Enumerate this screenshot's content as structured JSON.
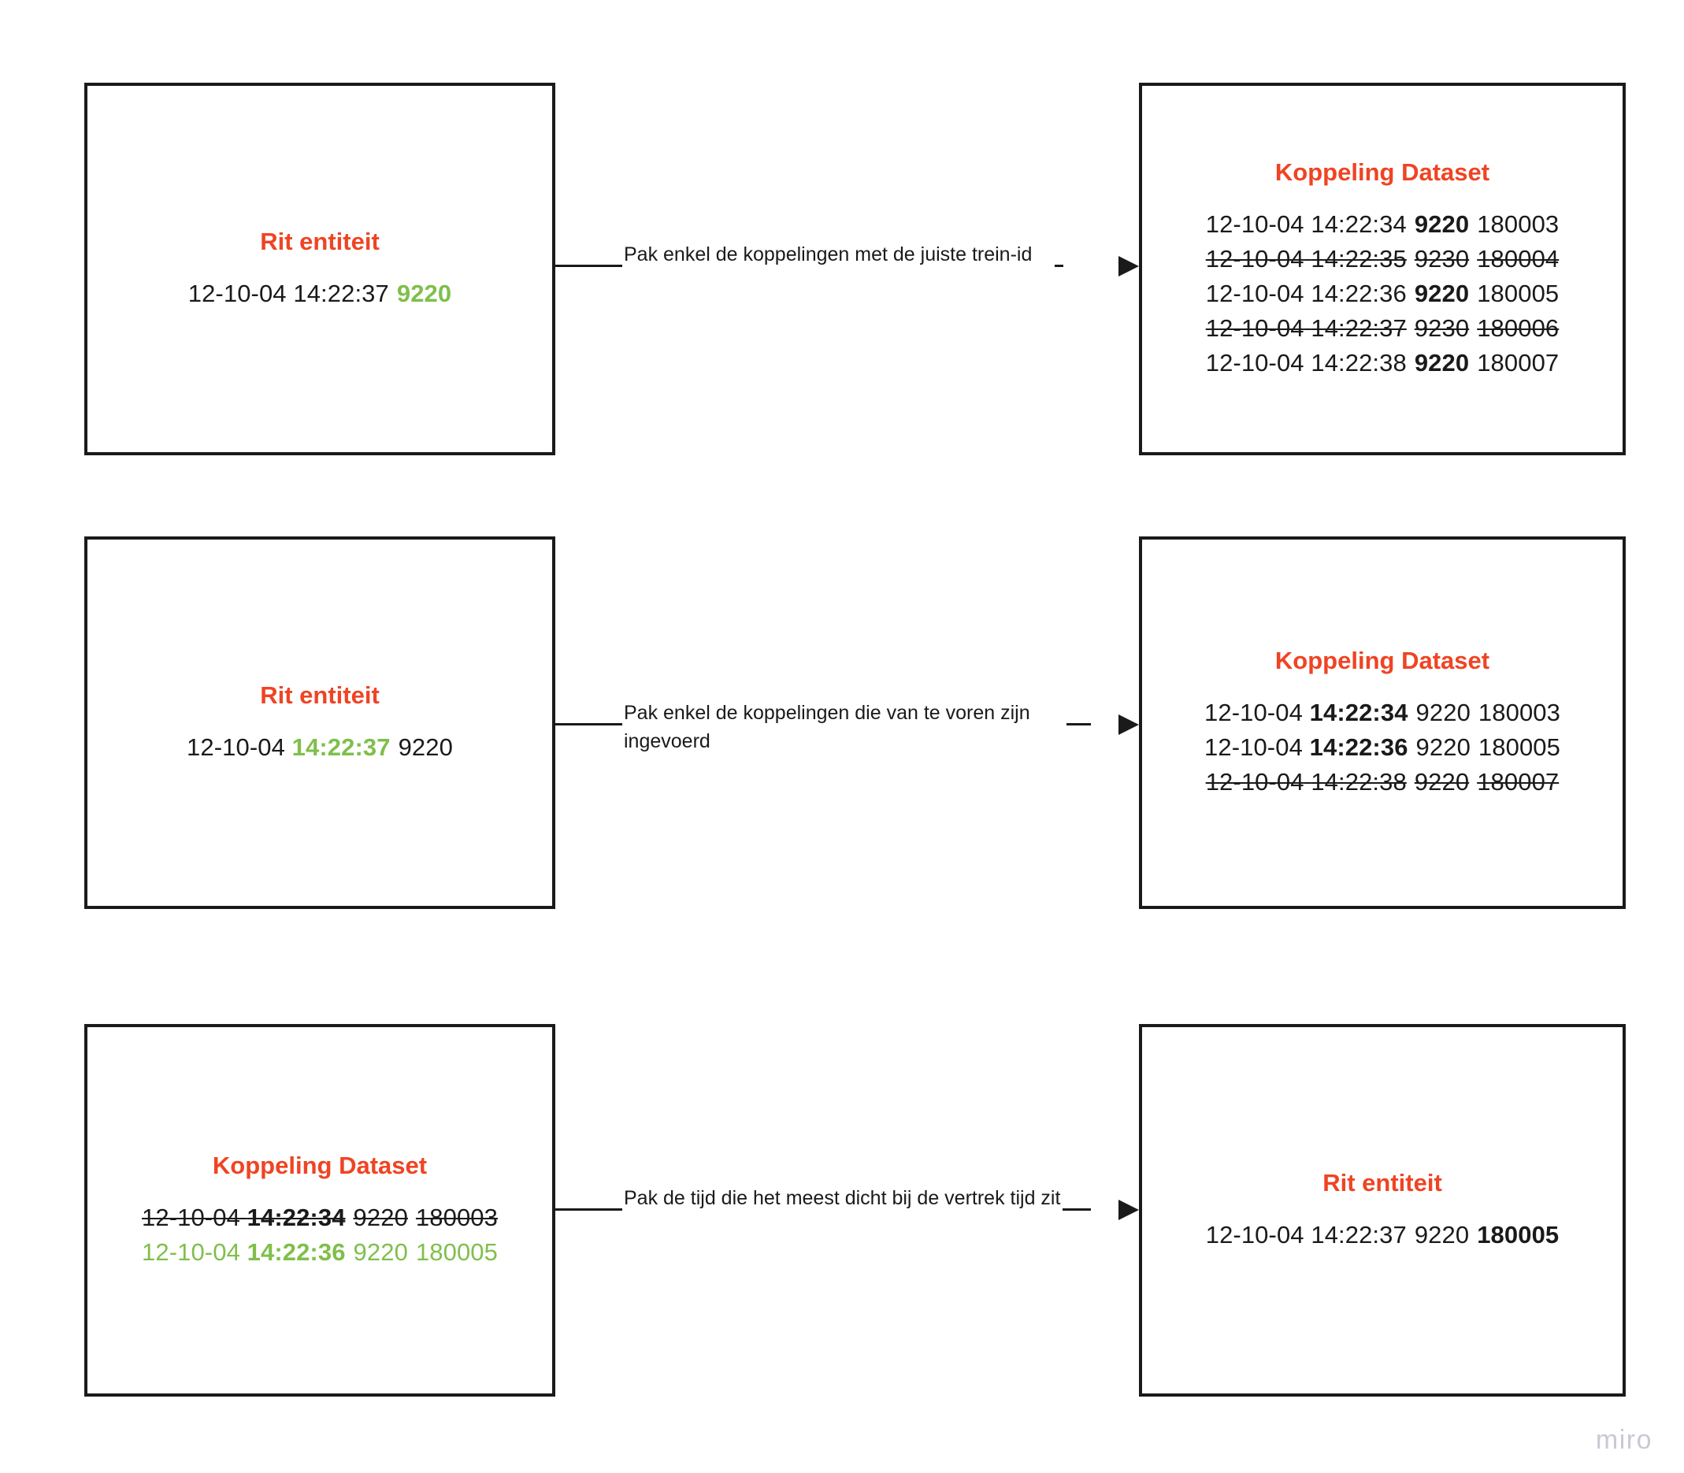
{
  "colors": {
    "accent_title": "#ef4423",
    "highlight_green": "#7fbf4b",
    "stroke": "#1a1a1a",
    "watermark": "#c8c9d6"
  },
  "watermark": {
    "label": "miro"
  },
  "rows": [
    {
      "left_box": {
        "title": "Rit entiteit",
        "lines": [
          {
            "date": "12-10-04",
            "time": "14:22:37",
            "train": "9220",
            "koppeling": "",
            "strike": false,
            "green_all": false,
            "bold_time": false,
            "green_time": false,
            "bold_train": false,
            "green_train": true,
            "bold_koppeling": false
          }
        ]
      },
      "connector": {
        "label": "Pak enkel de koppelingen met de juiste trein-id"
      },
      "right_box": {
        "title": "Koppeling Dataset",
        "lines": [
          {
            "date": "12-10-04",
            "time": "14:22:34",
            "train": "9220",
            "koppeling": "180003",
            "strike": false,
            "green_all": false,
            "bold_time": false,
            "green_time": false,
            "bold_train": true,
            "green_train": false,
            "bold_koppeling": false
          },
          {
            "date": "12-10-04",
            "time": "14:22:35",
            "train": "9230",
            "koppeling": "180004",
            "strike": true,
            "green_all": false,
            "bold_time": false,
            "green_time": false,
            "bold_train": false,
            "green_train": false,
            "bold_koppeling": false
          },
          {
            "date": "12-10-04",
            "time": "14:22:36",
            "train": "9220",
            "koppeling": "180005",
            "strike": false,
            "green_all": false,
            "bold_time": false,
            "green_time": false,
            "bold_train": true,
            "green_train": false,
            "bold_koppeling": false
          },
          {
            "date": "12-10-04",
            "time": "14:22:37",
            "train": "9230",
            "koppeling": "180006",
            "strike": true,
            "green_all": false,
            "bold_time": false,
            "green_time": false,
            "bold_train": false,
            "green_train": false,
            "bold_koppeling": false
          },
          {
            "date": "12-10-04",
            "time": "14:22:38",
            "train": "9220",
            "koppeling": "180007",
            "strike": false,
            "green_all": false,
            "bold_time": false,
            "green_time": false,
            "bold_train": true,
            "green_train": false,
            "bold_koppeling": false
          }
        ]
      }
    },
    {
      "left_box": {
        "title": "Rit entiteit",
        "lines": [
          {
            "date": "12-10-04",
            "time": "14:22:37",
            "train": "9220",
            "koppeling": "",
            "strike": false,
            "green_all": false,
            "bold_time": true,
            "green_time": true,
            "bold_train": false,
            "green_train": false,
            "bold_koppeling": false
          }
        ]
      },
      "connector": {
        "label": "Pak enkel de koppelingen die van te voren zijn ingevoerd"
      },
      "right_box": {
        "title": "Koppeling Dataset",
        "lines": [
          {
            "date": "12-10-04",
            "time": "14:22:34",
            "train": "9220",
            "koppeling": "180003",
            "strike": false,
            "green_all": false,
            "bold_time": true,
            "green_time": false,
            "bold_train": false,
            "green_train": false,
            "bold_koppeling": false
          },
          {
            "date": "12-10-04",
            "time": "14:22:36",
            "train": "9220",
            "koppeling": "180005",
            "strike": false,
            "green_all": false,
            "bold_time": true,
            "green_time": false,
            "bold_train": false,
            "green_train": false,
            "bold_koppeling": false
          },
          {
            "date": "12-10-04",
            "time": "14:22:38",
            "train": "9220",
            "koppeling": "180007",
            "strike": true,
            "green_all": false,
            "bold_time": false,
            "green_time": false,
            "bold_train": false,
            "green_train": false,
            "bold_koppeling": false
          }
        ]
      }
    },
    {
      "left_box": {
        "title": "Koppeling Dataset",
        "lines": [
          {
            "date": "12-10-04",
            "time": "14:22:34",
            "train": "9220",
            "koppeling": "180003",
            "strike": true,
            "green_all": false,
            "bold_time": true,
            "green_time": false,
            "bold_train": false,
            "green_train": false,
            "bold_koppeling": false
          },
          {
            "date": "12-10-04",
            "time": "14:22:36",
            "train": "9220",
            "koppeling": "180005",
            "strike": false,
            "green_all": true,
            "bold_time": true,
            "green_time": false,
            "bold_train": false,
            "green_train": false,
            "bold_koppeling": false
          }
        ]
      },
      "connector": {
        "label": "Pak de tijd die het meest dicht bij de vertrek tijd zit"
      },
      "right_box": {
        "title": "Rit entiteit",
        "lines": [
          {
            "date": "12-10-04",
            "time": "14:22:37",
            "train": "9220",
            "koppeling": "180005",
            "strike": false,
            "green_all": false,
            "bold_time": false,
            "green_time": false,
            "bold_train": false,
            "green_train": false,
            "bold_koppeling": true
          }
        ]
      }
    }
  ]
}
